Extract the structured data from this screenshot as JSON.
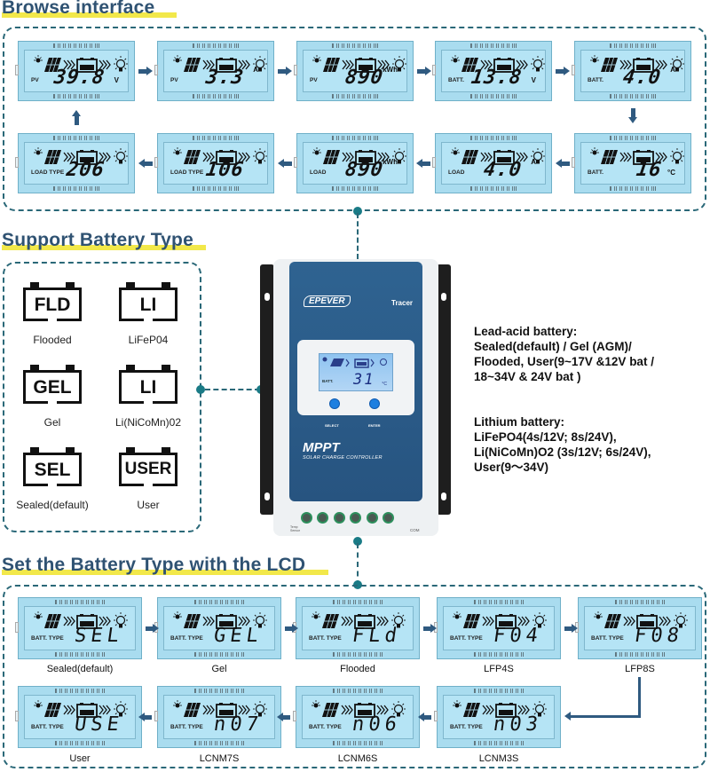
{
  "sections": {
    "browse": "Browse interface",
    "support": "Support Battery Type",
    "set": "Set the Battery Type with the LCD"
  },
  "browse_screens": [
    {
      "label": "PV",
      "value": "39.8",
      "unit": "V"
    },
    {
      "label": "PV",
      "value": "3.3",
      "unit": "A"
    },
    {
      "label": "PV",
      "value": "890",
      "unit": "kWh"
    },
    {
      "label": "BATT.",
      "value": "13.8",
      "unit": "V"
    },
    {
      "label": "BATT.",
      "value": "4.0",
      "unit": "A"
    },
    {
      "label": "BATT.",
      "value": "16",
      "unit": "°C"
    },
    {
      "label": "LOAD",
      "value": "4.0",
      "unit": "A"
    },
    {
      "label": "LOAD",
      "value": "890",
      "unit": "kWh"
    },
    {
      "label": "LOAD TYPE",
      "value": "106",
      "unit": ""
    },
    {
      "label": "LOAD TYPE",
      "value": "206",
      "unit": ""
    }
  ],
  "battery_types": [
    {
      "code": "FLD",
      "name": "Flooded"
    },
    {
      "code": "LI",
      "name": "LiFeP04"
    },
    {
      "code": "GEL",
      "name": "Gel"
    },
    {
      "code": "LI",
      "name": "Li(NiCoMn)02"
    },
    {
      "code": "SEL",
      "name": "Sealed(default)"
    },
    {
      "code": "USER",
      "name": "User"
    }
  ],
  "controller": {
    "brand": "EPEVER",
    "model": "Tracer",
    "lcd_label": "BATT.",
    "lcd_value": "31",
    "lcd_unit": "°C",
    "select_label": "SELECT",
    "enter_label": "ENTER",
    "title": "MPPT",
    "subtitle": "SOLAR CHARGE CONTROLLER",
    "temp_sensor_label": "Temp Sensor",
    "com_label": "COM"
  },
  "description": {
    "lead_acid_title": "Lead-acid battery:",
    "lead_acid_lines": [
      "Sealed(default) / Gel (AGM)/",
      "Flooded, User(9~17V &12V bat /",
      "18~34V & 24V bat )"
    ],
    "lithium_title": "Lithium battery:",
    "lithium_lines": [
      "LiFePO4(4s/12V; 8s/24V),",
      "Li(NiCoMn)O2 (3s/12V; 6s/24V),",
      "User(9～34V)"
    ]
  },
  "set_screens": [
    {
      "label": "BATT. TYPE",
      "value": "SEL",
      "caption": "Sealed(default)"
    },
    {
      "label": "BATT. TYPE",
      "value": "GEL",
      "caption": "Gel"
    },
    {
      "label": "BATT. TYPE",
      "value": "FLd",
      "caption": "Flooded"
    },
    {
      "label": "BATT. TYPE",
      "value": "F04",
      "caption": "LFP4S"
    },
    {
      "label": "BATT. TYPE",
      "value": "F08",
      "caption": "LFP8S"
    },
    {
      "label": "BATT. TYPE",
      "value": "n03",
      "caption": "LCNM3S"
    },
    {
      "label": "BATT. TYPE",
      "value": "n06",
      "caption": "LCNM6S"
    },
    {
      "label": "BATT. TYPE",
      "value": "n07",
      "caption": "LCNM7S"
    },
    {
      "label": "BATT. TYPE",
      "value": "USE",
      "caption": "User"
    }
  ],
  "colors": {
    "title": "#2f5272",
    "highlight": "#f2e84a",
    "dashed": "#2a6878",
    "lcd_bg": "#a9dcef",
    "arrow": "#2f5a80",
    "controller_blue": "#2a5a87"
  }
}
